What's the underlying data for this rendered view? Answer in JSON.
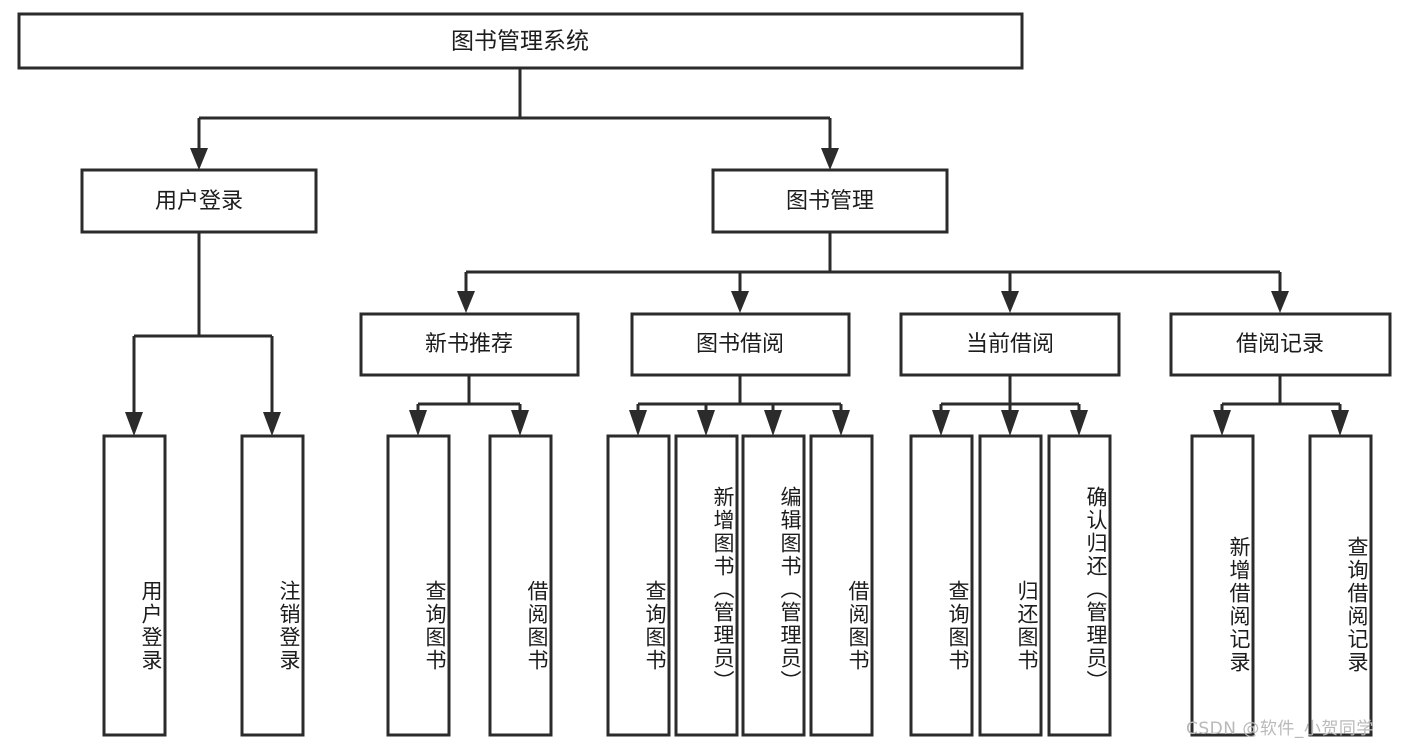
{
  "diagram": {
    "title": "图书管理系统",
    "type": "tree-hierarchy-diagram",
    "root": {
      "label": "图书管理系统"
    },
    "level2": [
      {
        "label": "用户登录"
      },
      {
        "label": "图书管理"
      }
    ],
    "level3": [
      {
        "label": "新书推荐"
      },
      {
        "label": "图书借阅"
      },
      {
        "label": "当前借阅"
      },
      {
        "label": "借阅记录"
      }
    ],
    "leaves": {
      "user_login": [
        {
          "label": "用户登录"
        },
        {
          "label": "注销登录"
        }
      ],
      "new_book_recommend": [
        {
          "label": "查询图书"
        },
        {
          "label": "借阅图书"
        }
      ],
      "book_borrow": [
        {
          "label": "查询图书"
        },
        {
          "label": "新增图书（管理员）"
        },
        {
          "label": "编辑图书（管理员）"
        },
        {
          "label": "借阅图书"
        }
      ],
      "current_borrow": [
        {
          "label": "查询图书"
        },
        {
          "label": "归还图书"
        },
        {
          "label": "确认归还（管理员）"
        }
      ],
      "borrow_record": [
        {
          "label": "新增借阅记录"
        },
        {
          "label": "查询借阅记录"
        }
      ]
    },
    "watermark": "CSDN @软件_小贺同学",
    "colors": {
      "stroke": "#2b2b2b",
      "box_fill": "#ffffff",
      "text": "#1c1c1c",
      "background": "#ffffff",
      "watermark": "#b9b9b9"
    }
  }
}
